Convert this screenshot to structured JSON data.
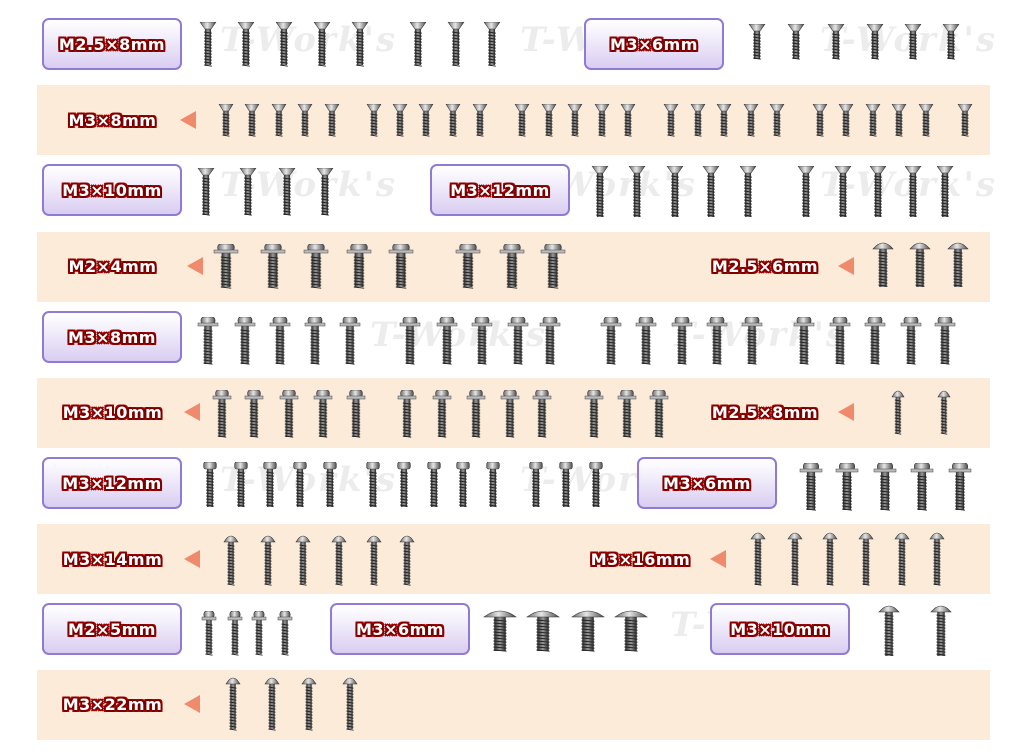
{
  "watermark": "T-Work's",
  "colors": {
    "band": "#fdebd9",
    "label_border": "#8f7bd3",
    "arrow": "#f08a6c",
    "label_text_outline": "#7a0000"
  },
  "labels": {
    "r1a": "M2.5×8mm",
    "r1b": "M3×6mm",
    "r2": "M3×8mm",
    "r3a": "M3×10mm",
    "r3b": "M3×12mm",
    "r4a": "M2×4mm",
    "r4b": "M2.5×6mm",
    "r5": "M3×8mm",
    "r6a": "M3×10mm",
    "r6b": "M2.5×8mm",
    "r7a": "M3×12mm",
    "r7b": "M3×6mm",
    "r8a": "M3×14mm",
    "r8b": "M3×16mm",
    "r9a": "M2×5mm",
    "r9b": "M3×6mm",
    "r9c": "M3×10mm",
    "r10": "M3×22mm"
  }
}
